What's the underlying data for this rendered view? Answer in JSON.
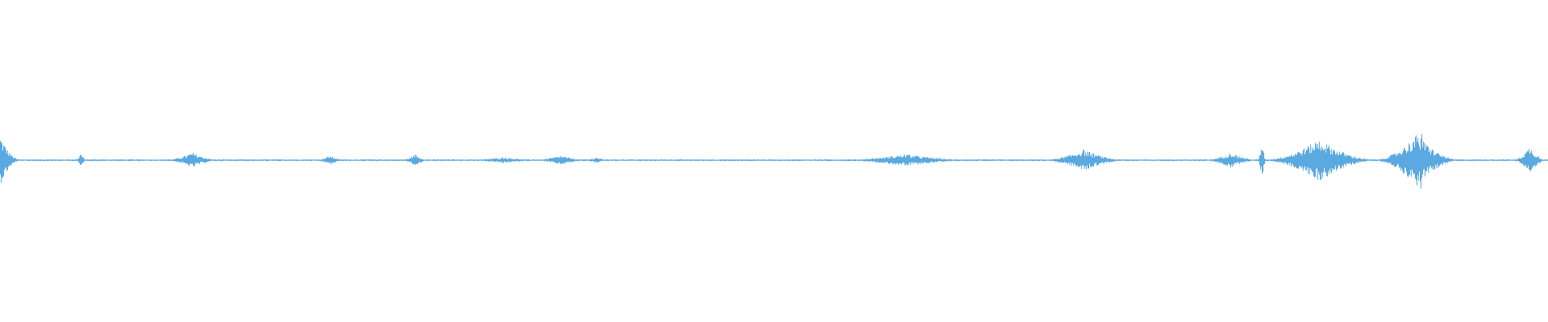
{
  "waveform": {
    "color": "#5aa9e0",
    "background": "#ffffff",
    "amplitude_scale": 1.0,
    "bursts": [
      {
        "pos": 0.0,
        "width": 0.014,
        "amp": 0.16
      },
      {
        "pos": 0.052,
        "width": 0.004,
        "amp": 0.05
      },
      {
        "pos": 0.124,
        "width": 0.02,
        "amp": 0.05
      },
      {
        "pos": 0.213,
        "width": 0.012,
        "amp": 0.03
      },
      {
        "pos": 0.268,
        "width": 0.01,
        "amp": 0.04
      },
      {
        "pos": 0.325,
        "width": 0.03,
        "amp": 0.02
      },
      {
        "pos": 0.362,
        "width": 0.022,
        "amp": 0.03
      },
      {
        "pos": 0.385,
        "width": 0.01,
        "amp": 0.02
      },
      {
        "pos": 0.585,
        "width": 0.05,
        "amp": 0.04
      },
      {
        "pos": 0.7,
        "width": 0.03,
        "amp": 0.07
      },
      {
        "pos": 0.795,
        "width": 0.02,
        "amp": 0.05
      },
      {
        "pos": 0.815,
        "width": 0.003,
        "amp": 0.13
      },
      {
        "pos": 0.852,
        "width": 0.04,
        "amp": 0.14
      },
      {
        "pos": 0.915,
        "width": 0.03,
        "amp": 0.17
      },
      {
        "pos": 0.918,
        "width": 0.002,
        "amp": 0.32
      },
      {
        "pos": 0.988,
        "width": 0.012,
        "amp": 0.09
      }
    ]
  }
}
